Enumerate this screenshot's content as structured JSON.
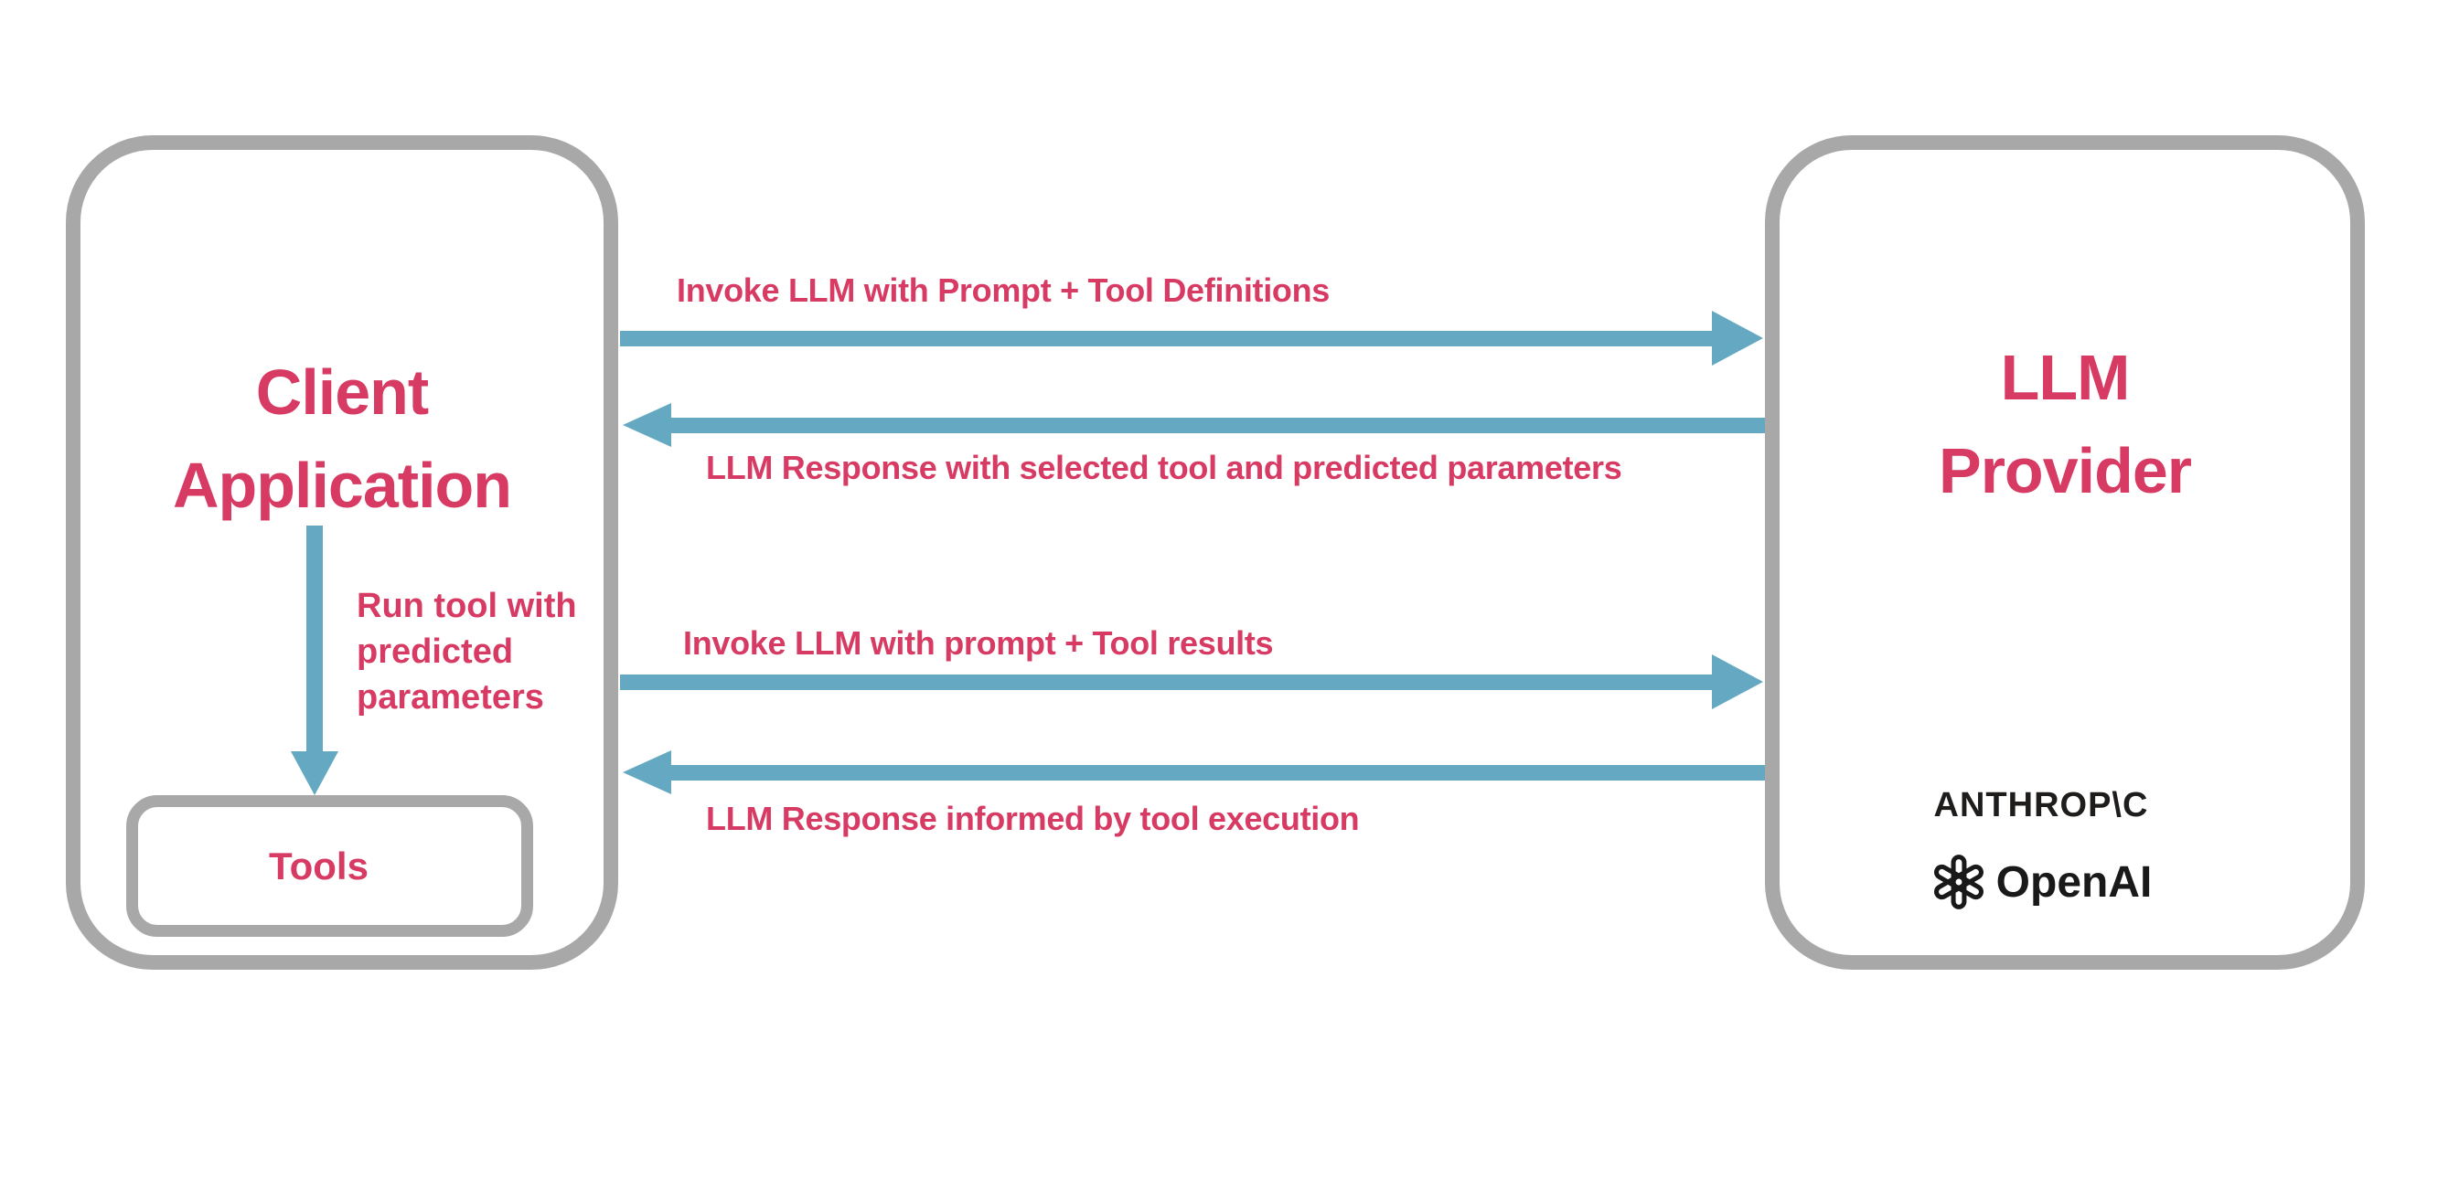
{
  "diagram": {
    "client_box": {
      "title_line1": "Client",
      "title_line2": "Application"
    },
    "run_tool_label": "Run tool with\npredicted\nparameters",
    "tools_box": {
      "label": "Tools"
    },
    "llm_box": {
      "title_line1": "LLM",
      "title_line2": "Provider"
    },
    "arrows": [
      {
        "direction": "right",
        "label": "Invoke LLM with Prompt + Tool Definitions"
      },
      {
        "direction": "left",
        "label": "LLM Response with selected tool and predicted parameters"
      },
      {
        "direction": "right",
        "label": "Invoke LLM with prompt + Tool results"
      },
      {
        "direction": "left",
        "label": "LLM Response informed by tool execution"
      }
    ],
    "providers": {
      "anthropic_wordmark": "ANTHROP\\C",
      "openai_wordmark": "OpenAI",
      "openai_icon": "openai-flower-icon"
    },
    "colors": {
      "accent_pink": "#d73a63",
      "arrow_blue": "#64a8c2",
      "box_gray": "#a8a8a8",
      "logo_black": "#1e1d1b",
      "background": "#ffffff"
    }
  }
}
